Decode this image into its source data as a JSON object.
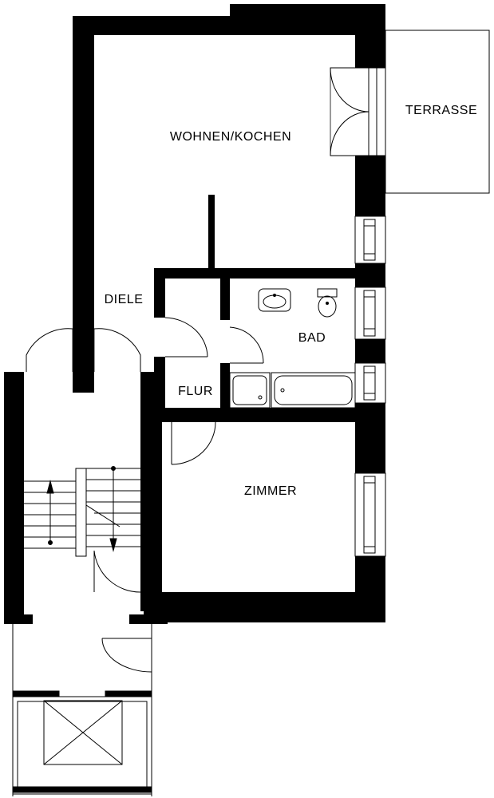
{
  "rooms": {
    "wohnen_kochen": "WOHNEN/KOCHEN",
    "terrasse": "TERRASSE",
    "diele": "DIELE",
    "bad": "BAD",
    "flur": "FLUR",
    "zimmer": "ZIMMER"
  },
  "colors": {
    "wall": "#000000",
    "background": "#ffffff",
    "line": "#000000",
    "window_glass": "#ffffff"
  }
}
